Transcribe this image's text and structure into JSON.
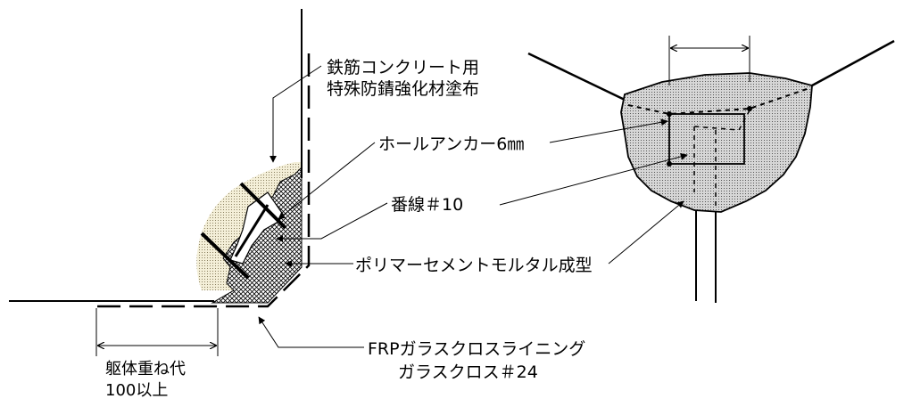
{
  "labels": {
    "rust_coating_line1": "鉄筋コンクリート用",
    "rust_coating_line2": "特殊防錆強化材塗布",
    "hole_anchor": "ホールアンカー6㎜",
    "wire_no10": "番線＃10",
    "polymer_mortar": "ポリマーセメントモルタル成型",
    "frp_lining": "FRPガラスクロスライニング",
    "glass_cloth": "ガラスクロス＃24",
    "overlap_line1": "躯体重ね代",
    "overlap_line2": "100以上"
  },
  "colors": {
    "line": "#000000",
    "coating_fill": "#efe8c8",
    "section_fill": "#c8c8c8",
    "background": "#ffffff"
  }
}
